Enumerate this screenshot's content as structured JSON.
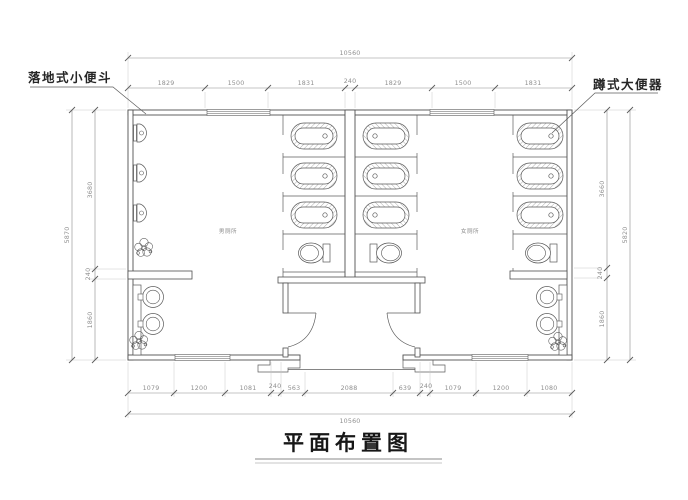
{
  "title": "平面布置图",
  "callouts": {
    "urinal": "落地式小便斗",
    "squat_toilet": "蹲式大便器"
  },
  "rooms": {
    "mens": "男厕所",
    "womens": "女厕所"
  },
  "dimensions": {
    "top_overall": "10560",
    "top_segments": [
      "1829",
      "1500",
      "1831",
      "240",
      "1829",
      "1500",
      "1831"
    ],
    "bottom_segments": [
      "1079",
      "1200",
      "1081",
      "240",
      "563",
      "2088",
      "639",
      "240",
      "1079",
      "1200",
      "1080"
    ],
    "bottom_overall": "10560",
    "left_overall": "5870",
    "left_segments": [
      "3680",
      "240",
      "1860"
    ],
    "right_segments": [
      "3660",
      "240",
      "1860"
    ],
    "right_overall": "5820"
  },
  "fixtures": {
    "urinals": 3,
    "squat_toilets": 9,
    "seated_toilets": 3,
    "wash_basins": 4,
    "plants": 3
  },
  "colors": {
    "line": "#5c5c5c",
    "dim_text": "#8f8f8f",
    "label_text": "#262626",
    "background": "#ffffff"
  }
}
